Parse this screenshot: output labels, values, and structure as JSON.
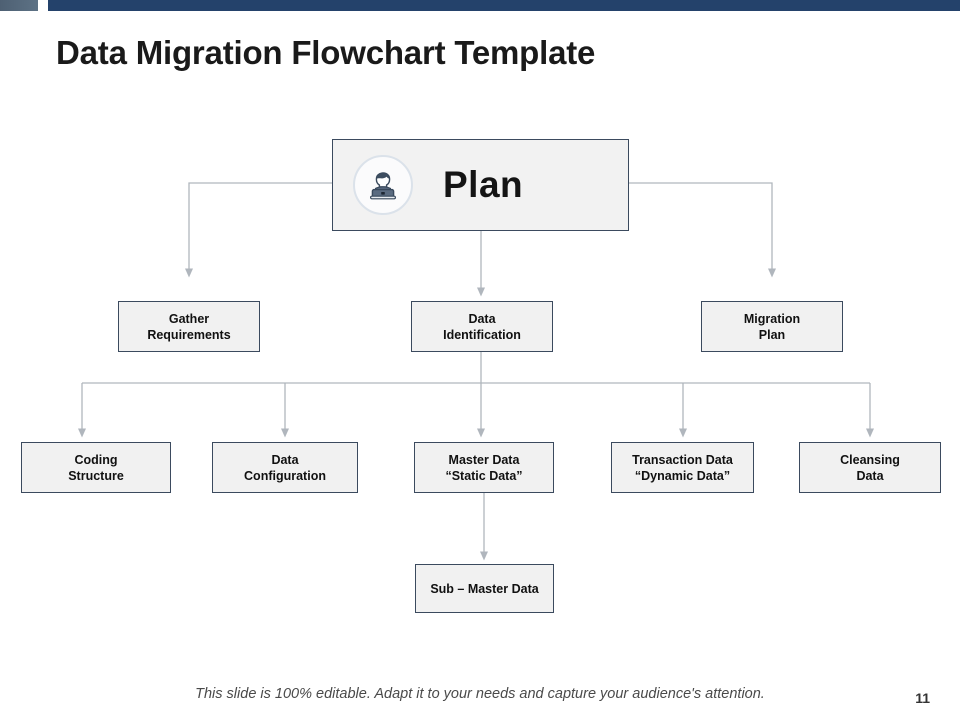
{
  "top_bar": {
    "left_accent_color": "#55697c",
    "right_bar_color": "#24426b"
  },
  "header": {
    "title": "Data Migration Flowchart Template"
  },
  "theme": {
    "node_fill": "#f1f1f1",
    "node_border": "#3b4a5e",
    "connector_color": "#9aa3ad",
    "text_color": "#111111"
  },
  "flowchart": {
    "root": {
      "id": "plan",
      "label": "Plan",
      "icon": "person-with-laptop-icon"
    },
    "level2": [
      {
        "id": "gather",
        "label": "Gather\nRequirements"
      },
      {
        "id": "dataident",
        "label": "Data\nIdentification"
      },
      {
        "id": "migration",
        "label": "Migration\nPlan"
      }
    ],
    "level3": [
      {
        "id": "coding",
        "label": "Coding\nStructure"
      },
      {
        "id": "dataconfig",
        "label": "Data\nConfiguration"
      },
      {
        "id": "masterdata",
        "label": "Master Data\n“Static Data”"
      },
      {
        "id": "transaction",
        "label": "Transaction Data\n“Dynamic Data”"
      },
      {
        "id": "cleansing",
        "label": "Cleansing\nData"
      }
    ],
    "level4": [
      {
        "id": "submaster",
        "label": "Sub – Master Data"
      }
    ]
  },
  "footer": {
    "note": "This slide is 100% editable. Adapt it to your needs and capture your audience's attention.",
    "page_number": "11"
  }
}
